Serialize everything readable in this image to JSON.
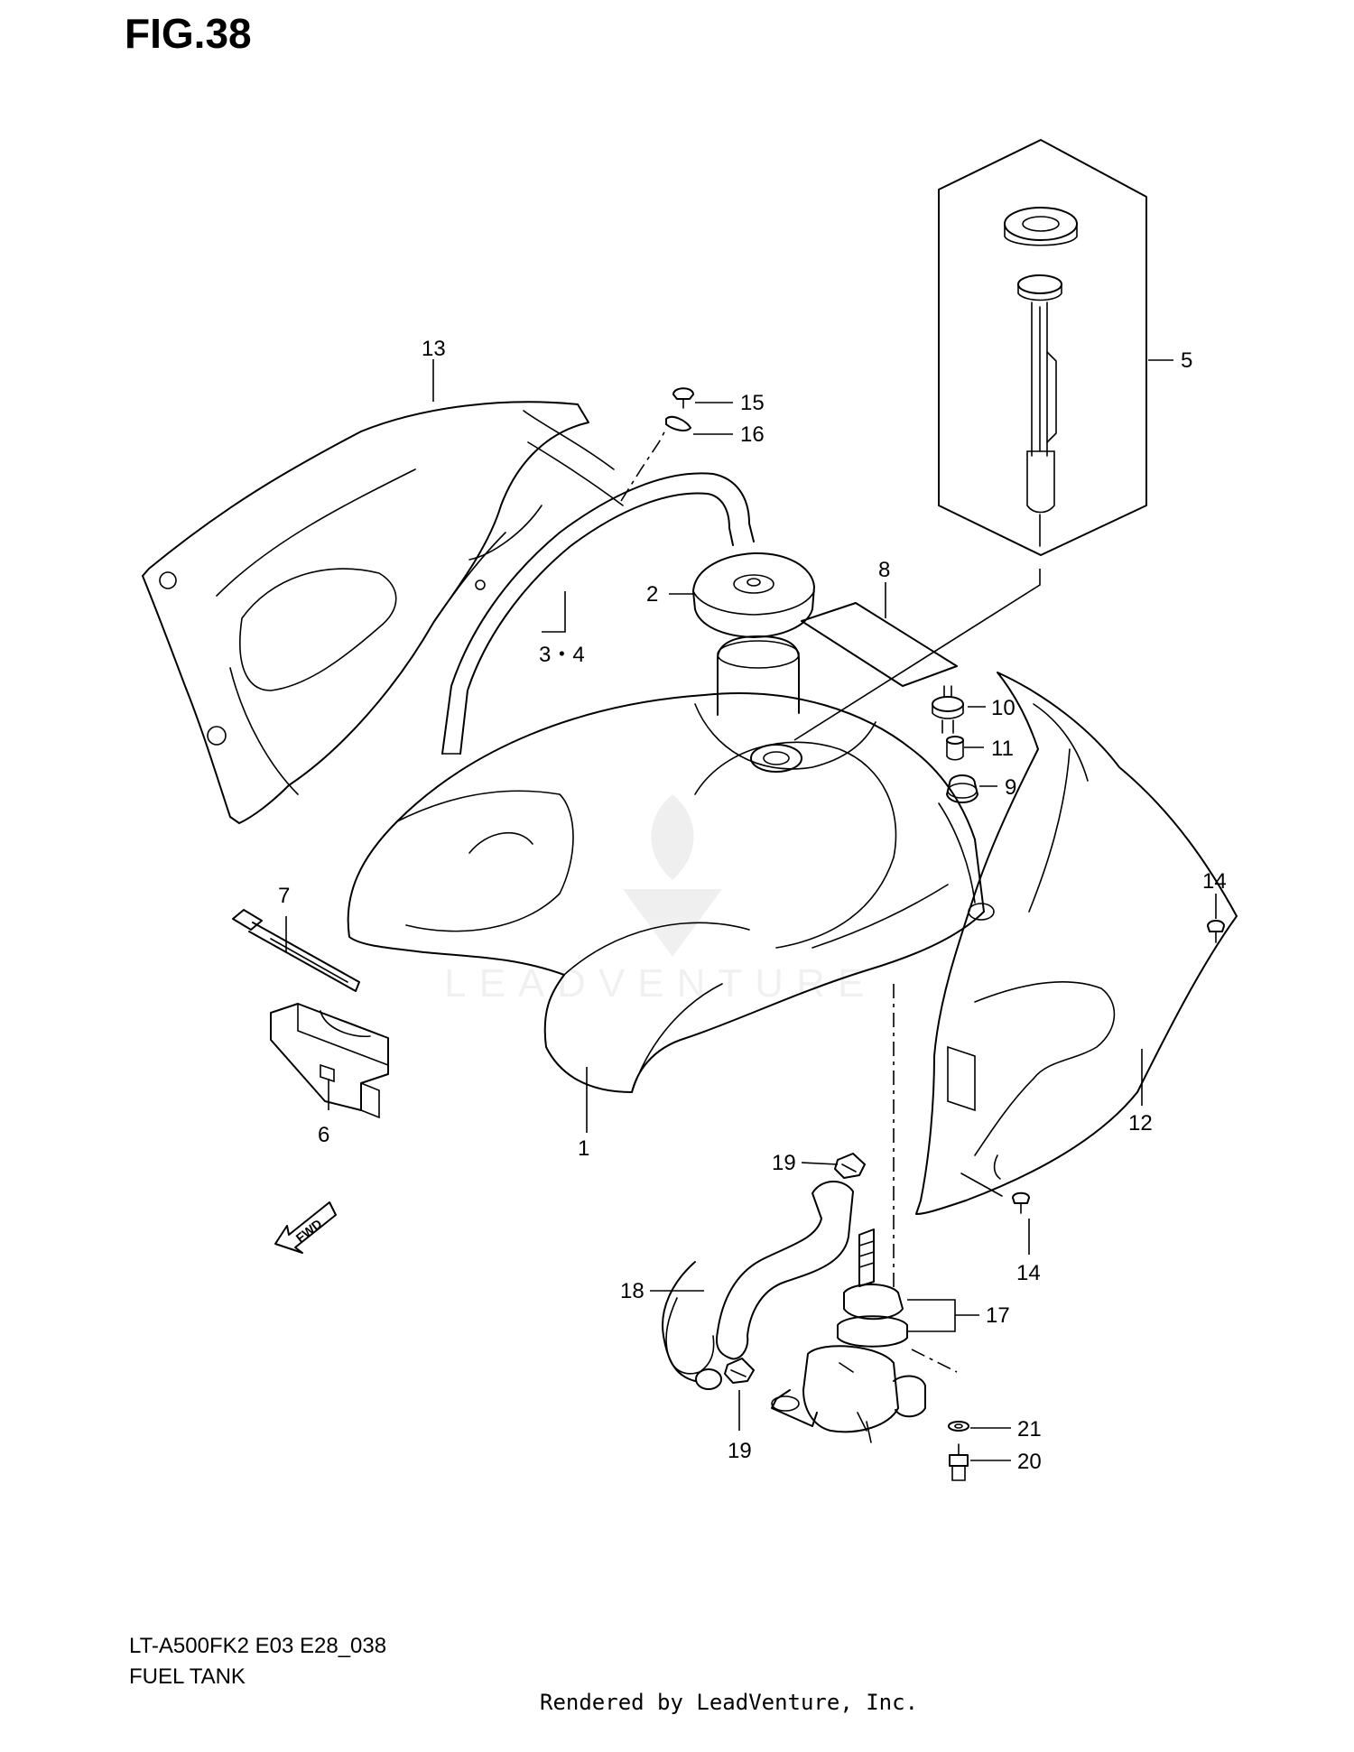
{
  "figure": {
    "title": "FIG.38"
  },
  "callouts": [
    {
      "id": "c1",
      "label": "1"
    },
    {
      "id": "c2",
      "label": "2"
    },
    {
      "id": "c34",
      "label": "3・4"
    },
    {
      "id": "c5",
      "label": "5"
    },
    {
      "id": "c6",
      "label": "6"
    },
    {
      "id": "c7",
      "label": "7"
    },
    {
      "id": "c8",
      "label": "8"
    },
    {
      "id": "c9",
      "label": "9"
    },
    {
      "id": "c10",
      "label": "10"
    },
    {
      "id": "c11",
      "label": "11"
    },
    {
      "id": "c12",
      "label": "12"
    },
    {
      "id": "c13",
      "label": "13"
    },
    {
      "id": "c14a",
      "label": "14"
    },
    {
      "id": "c14b",
      "label": "14"
    },
    {
      "id": "c15",
      "label": "15"
    },
    {
      "id": "c16",
      "label": "16"
    },
    {
      "id": "c17",
      "label": "17"
    },
    {
      "id": "c18",
      "label": "18"
    },
    {
      "id": "c19a",
      "label": "19"
    },
    {
      "id": "c19b",
      "label": "19"
    },
    {
      "id": "c20",
      "label": "20"
    },
    {
      "id": "c21",
      "label": "21"
    }
  ],
  "direction_marker": {
    "label": "FWD",
    "icon": "forward-arrow-icon"
  },
  "watermark": {
    "text": "LEADVENTURE",
    "icon": "leadventure-logo-icon"
  },
  "footer": {
    "model_code": "LT-A500FK2 E03 E28_038",
    "section_name": "FUEL TANK",
    "rendered_by": "Rendered by LeadVenture, Inc."
  },
  "colors": {
    "line": "#000000",
    "background": "#ffffff"
  }
}
